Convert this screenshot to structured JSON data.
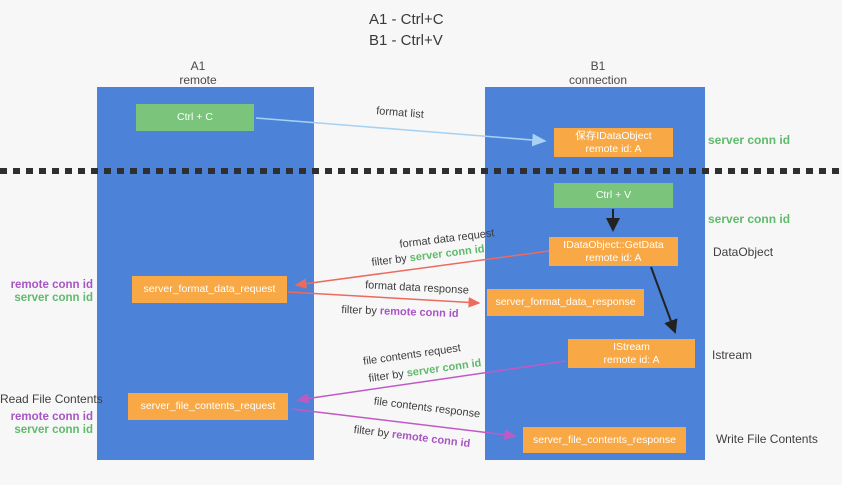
{
  "title": {
    "line1": "A1 - Ctrl+C",
    "line2": "B1 - Ctrl+V"
  },
  "columns": {
    "left": {
      "name": "A1",
      "role": "remote"
    },
    "right": {
      "name": "B1",
      "role": "connection"
    }
  },
  "nodes": {
    "ctrl_c": {
      "label": "Ctrl + C"
    },
    "save_dataobject": {
      "line1": "保存IDataObject",
      "line2": "remote id: A"
    },
    "ctrl_v": {
      "label": "Ctrl + V"
    },
    "getdata": {
      "line1": "IDataObject::GetData",
      "line2": "remote id: A"
    },
    "format_request": {
      "label": "server_format_data_request"
    },
    "format_response": {
      "label": "server_format_data_response"
    },
    "istream": {
      "line1": "IStream",
      "line2": "remote id: A"
    },
    "file_request": {
      "label": "server_file_contents_request"
    },
    "file_response": {
      "label": "server_file_contents_response"
    }
  },
  "side_labels": {
    "server_conn_id_top": "server conn id",
    "server_conn_id_mid": "server conn id",
    "dataobject": "DataObject",
    "istream": "Istream",
    "write_file_contents": "Write File Contents",
    "read_file_contents": "Read File Contents",
    "group1": {
      "remote": "remote conn id",
      "server": "server conn id"
    },
    "group2": {
      "remote": "remote conn id",
      "server": "server conn id"
    }
  },
  "edges": {
    "format_list": {
      "label": "format list"
    },
    "format_data_request": {
      "label": "format data request",
      "filter": {
        "prefix": "filter by",
        "value": "server conn id"
      }
    },
    "format_data_response": {
      "label": "format data response",
      "filter": {
        "prefix": "filter by",
        "value": "remote conn id"
      }
    },
    "file_contents_request": {
      "label": "file contents request",
      "filter": {
        "prefix": "filter by",
        "value": "server conn id"
      }
    },
    "file_contents_response": {
      "label": "file contents response",
      "filter": {
        "prefix": "filter by",
        "value": "remote conn id"
      }
    }
  },
  "colors": {
    "column_blue": "#4C83D9",
    "node_orange": "#F8A845",
    "node_green": "#7AC47C",
    "arrow_red": "#EC6A5E",
    "arrow_magenta": "#C159C5",
    "arrow_lightblue": "#A8D2F2",
    "arrow_black": "#222222",
    "text_green": "#5FBA6B",
    "text_purple": "#A855C2",
    "background": "#F7F7F8"
  }
}
